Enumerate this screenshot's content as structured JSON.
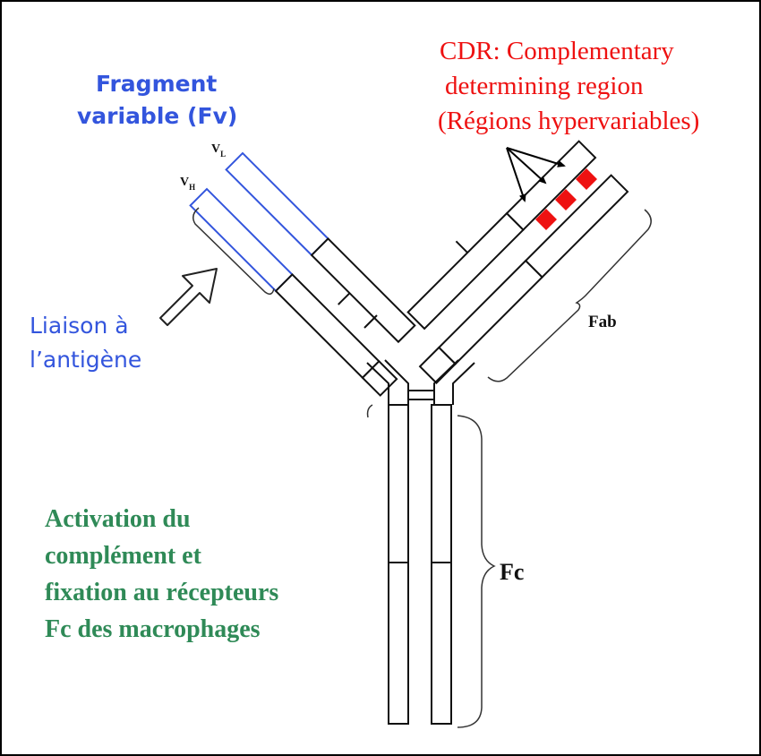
{
  "labels": {
    "fv_line1": "Fragment",
    "fv_line2": "variable (Fv)",
    "vl_main": "V",
    "vl_sub": "L",
    "vh_main": "V",
    "vh_sub": "H",
    "cdr_line1": "CDR: Complementary",
    "cdr_line2": "determining region",
    "cdr_line3": "(Régions hypervariables)",
    "fab": "Fab",
    "fc": "Fc",
    "antigen_line1": "Liaison à",
    "antigen_line2": "l’antigène",
    "activation_line1": "Activation du",
    "activation_line2": "complément et",
    "activation_line3": "fixation au récepteurs",
    "activation_line4": "Fc des macrophages"
  },
  "colors": {
    "fv_blue": "#3355dd",
    "cdr_red": "#ee1111",
    "green_text": "#2f8a57",
    "outline": "#111111",
    "frame": "#000000"
  }
}
